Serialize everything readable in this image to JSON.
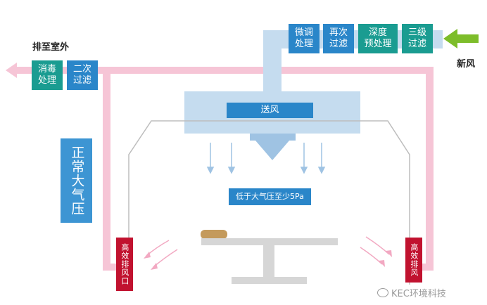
{
  "labels": {
    "exhaust_outdoor": "排至室外",
    "fresh_air": "新风",
    "supply_air": "送风",
    "pressure_note": "低于大气压至少5Pa",
    "normal_pressure": "正常大气压",
    "watermark": "KEC环境科技"
  },
  "intake_filters": [
    {
      "line1": "微调",
      "line2": "处理"
    },
    {
      "line1": "再次",
      "line2": "过滤"
    },
    {
      "line1": "深度",
      "line2": "预处理"
    },
    {
      "line1": "三级",
      "line2": "过滤"
    }
  ],
  "exhaust_filters": [
    {
      "line1": "消毒",
      "line2": "处理"
    },
    {
      "line1": "二次",
      "line2": "过滤"
    }
  ],
  "exhaust_outlets": {
    "left": "高效排风口",
    "right": "高效排风"
  },
  "colors": {
    "duct_blue": "#c5dcef",
    "duct_pink": "#f6c5d6",
    "filter_blue": "#2a86c9",
    "filter_teal": "#1a9c91",
    "outlet_red": "#c1122f",
    "fresh_arrow": "#7dbd2a"
  }
}
